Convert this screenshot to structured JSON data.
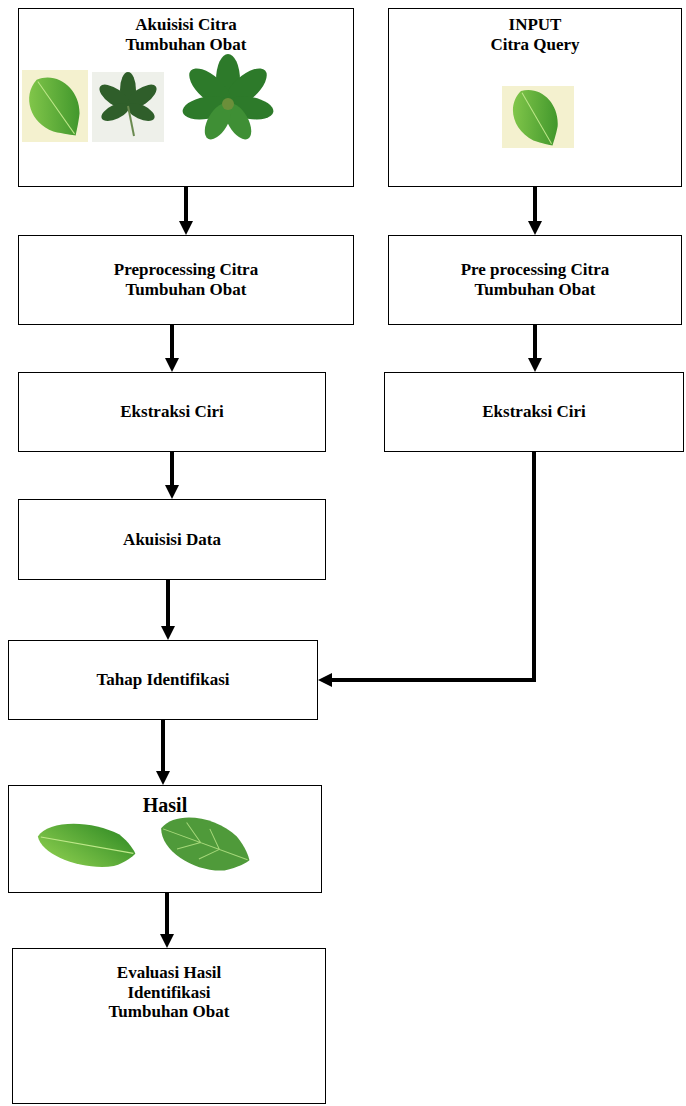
{
  "diagram": {
    "nodes": [
      {
        "text": [
          "Akuisisi Citra Tumbuhan Obat"
        ]
      },
      {
        "text": [
          "INPUT Citra Query"
        ]
      },
      {
        "text": [
          "Preprocessing Citra Tumbuhan Obat"
        ]
      },
      {
        "text": [
          "Pre processing Citra Tumbuhan Obat"
        ]
      },
      {
        "text": [
          "Ekstraksi Ciri"
        ]
      },
      {
        "text": [
          "Ekstraksi Ciri"
        ]
      },
      {
        "text": [
          "Akuisisi Data"
        ]
      },
      {
        "text": [
          "Tahap Identifikasi"
        ]
      },
      {
        "text": [
          "Hasil"
        ]
      },
      {
        "text": [
          "Evaluasi Hasil Identifikasi Tumbuhan Obat"
        ]
      }
    ],
    "edges": [
      {
        "from": 0,
        "to": 2,
        "arrow": "to"
      },
      {
        "from": 2,
        "to": 4,
        "arrow": "to"
      },
      {
        "from": 4,
        "to": 6,
        "arrow": "to"
      },
      {
        "from": 6,
        "to": 7,
        "arrow": "to"
      },
      {
        "from": 7,
        "to": 8,
        "arrow": "to"
      },
      {
        "from": 8,
        "to": 9,
        "arrow": "to"
      },
      {
        "from": 1,
        "to": 3,
        "arrow": "to"
      },
      {
        "from": 3,
        "to": 5,
        "arrow": "to"
      },
      {
        "from": 5,
        "to": 7,
        "arrow": "to"
      }
    ]
  }
}
